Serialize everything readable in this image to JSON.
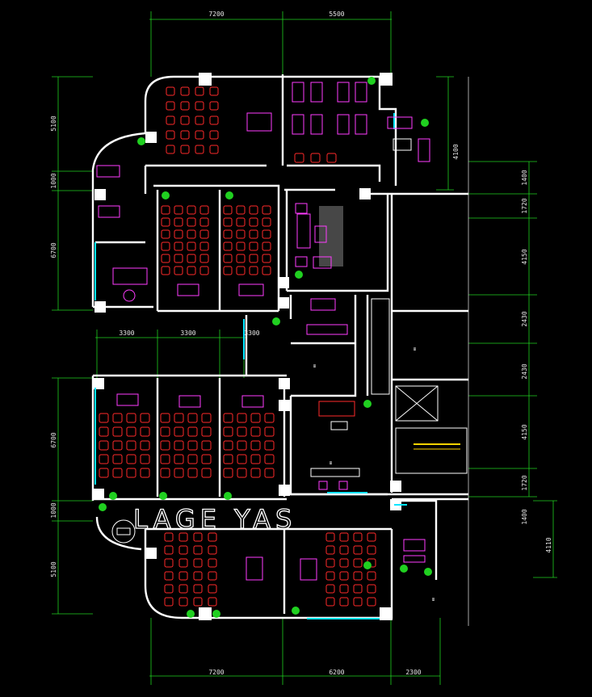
{
  "drawing": {
    "brand_text": "LAGE YAS",
    "dims_top": [
      "7200",
      "5500"
    ],
    "dims_bottom": [
      "7200",
      "6200",
      "2300"
    ],
    "dims_middle": [
      "3300",
      "3300",
      "3300"
    ],
    "dims_left": [
      "5100",
      "1000",
      "6700",
      "6700",
      "1000",
      "5100"
    ],
    "dims_right": [
      "4100",
      "1400",
      "1720",
      "4150",
      "2430",
      "2430",
      "4150",
      "1720",
      "1400",
      "4110"
    ],
    "room_labels": [
      "Ш",
      "Ш",
      "Ш",
      "Ш"
    ]
  },
  "colors": {
    "background": "#000000",
    "walls": "#ffffff",
    "dimension_lines": "#20d020",
    "windows": "#00e5ff",
    "seating": "#ff2a2a",
    "furniture": "#ff3cff"
  }
}
